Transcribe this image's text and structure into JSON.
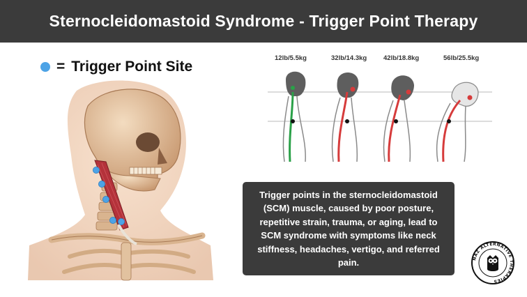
{
  "header": {
    "title": "Sternocleidomastoid Syndrome - Trigger Point Therapy"
  },
  "legend": {
    "symbol": "=",
    "label": "Trigger Point Site",
    "dot_color": "#4da3e6"
  },
  "posture_weights": [
    "12lb/5.5kg",
    "32lb/14.3kg",
    "42lb/18.8kg",
    "56lb/25.5kg"
  ],
  "info": {
    "text": "Trigger points in the sternocleidomastoid (SCM) muscle, caused by poor posture, repetitive strain, trauma, or aging, lead to SCM syndrome with symptoms like neck stiffness, headaches, vertigo, and referred pain."
  },
  "logo": {
    "text": "NAZ ALTERNATIVE THERAPIES",
    "icon": "owl-icon"
  },
  "colors": {
    "header_bg": "#3b3b3b",
    "trigger_point": "#4da3e6",
    "muscle": "#b4323a"
  }
}
